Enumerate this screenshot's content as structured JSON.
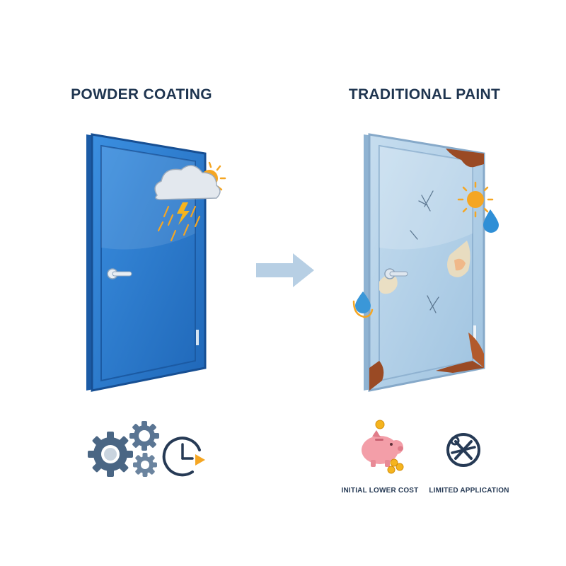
{
  "left_panel": {
    "title": "POWDER COATING",
    "door_color": "#2f7fd1",
    "icons": [
      "storm-weather-icon",
      "gears-icon",
      "clock-fast-icon"
    ]
  },
  "right_panel": {
    "title": "TRADITIONAL PAINT",
    "door_color": "#a9cbe6",
    "icons": [
      "sun-icon",
      "water-drop-icon",
      "piggy-bank-icon",
      "no-tools-icon"
    ],
    "captions": {
      "cost": "INITIAL LOWER COST",
      "limited": "LIMITED APPLICATION"
    }
  },
  "colors": {
    "heading": "#1f3550",
    "accent_orange": "#f5a623",
    "arrow": "#b7cfe4",
    "rust": "#9a4a24",
    "icon_dark": "#263a55"
  }
}
